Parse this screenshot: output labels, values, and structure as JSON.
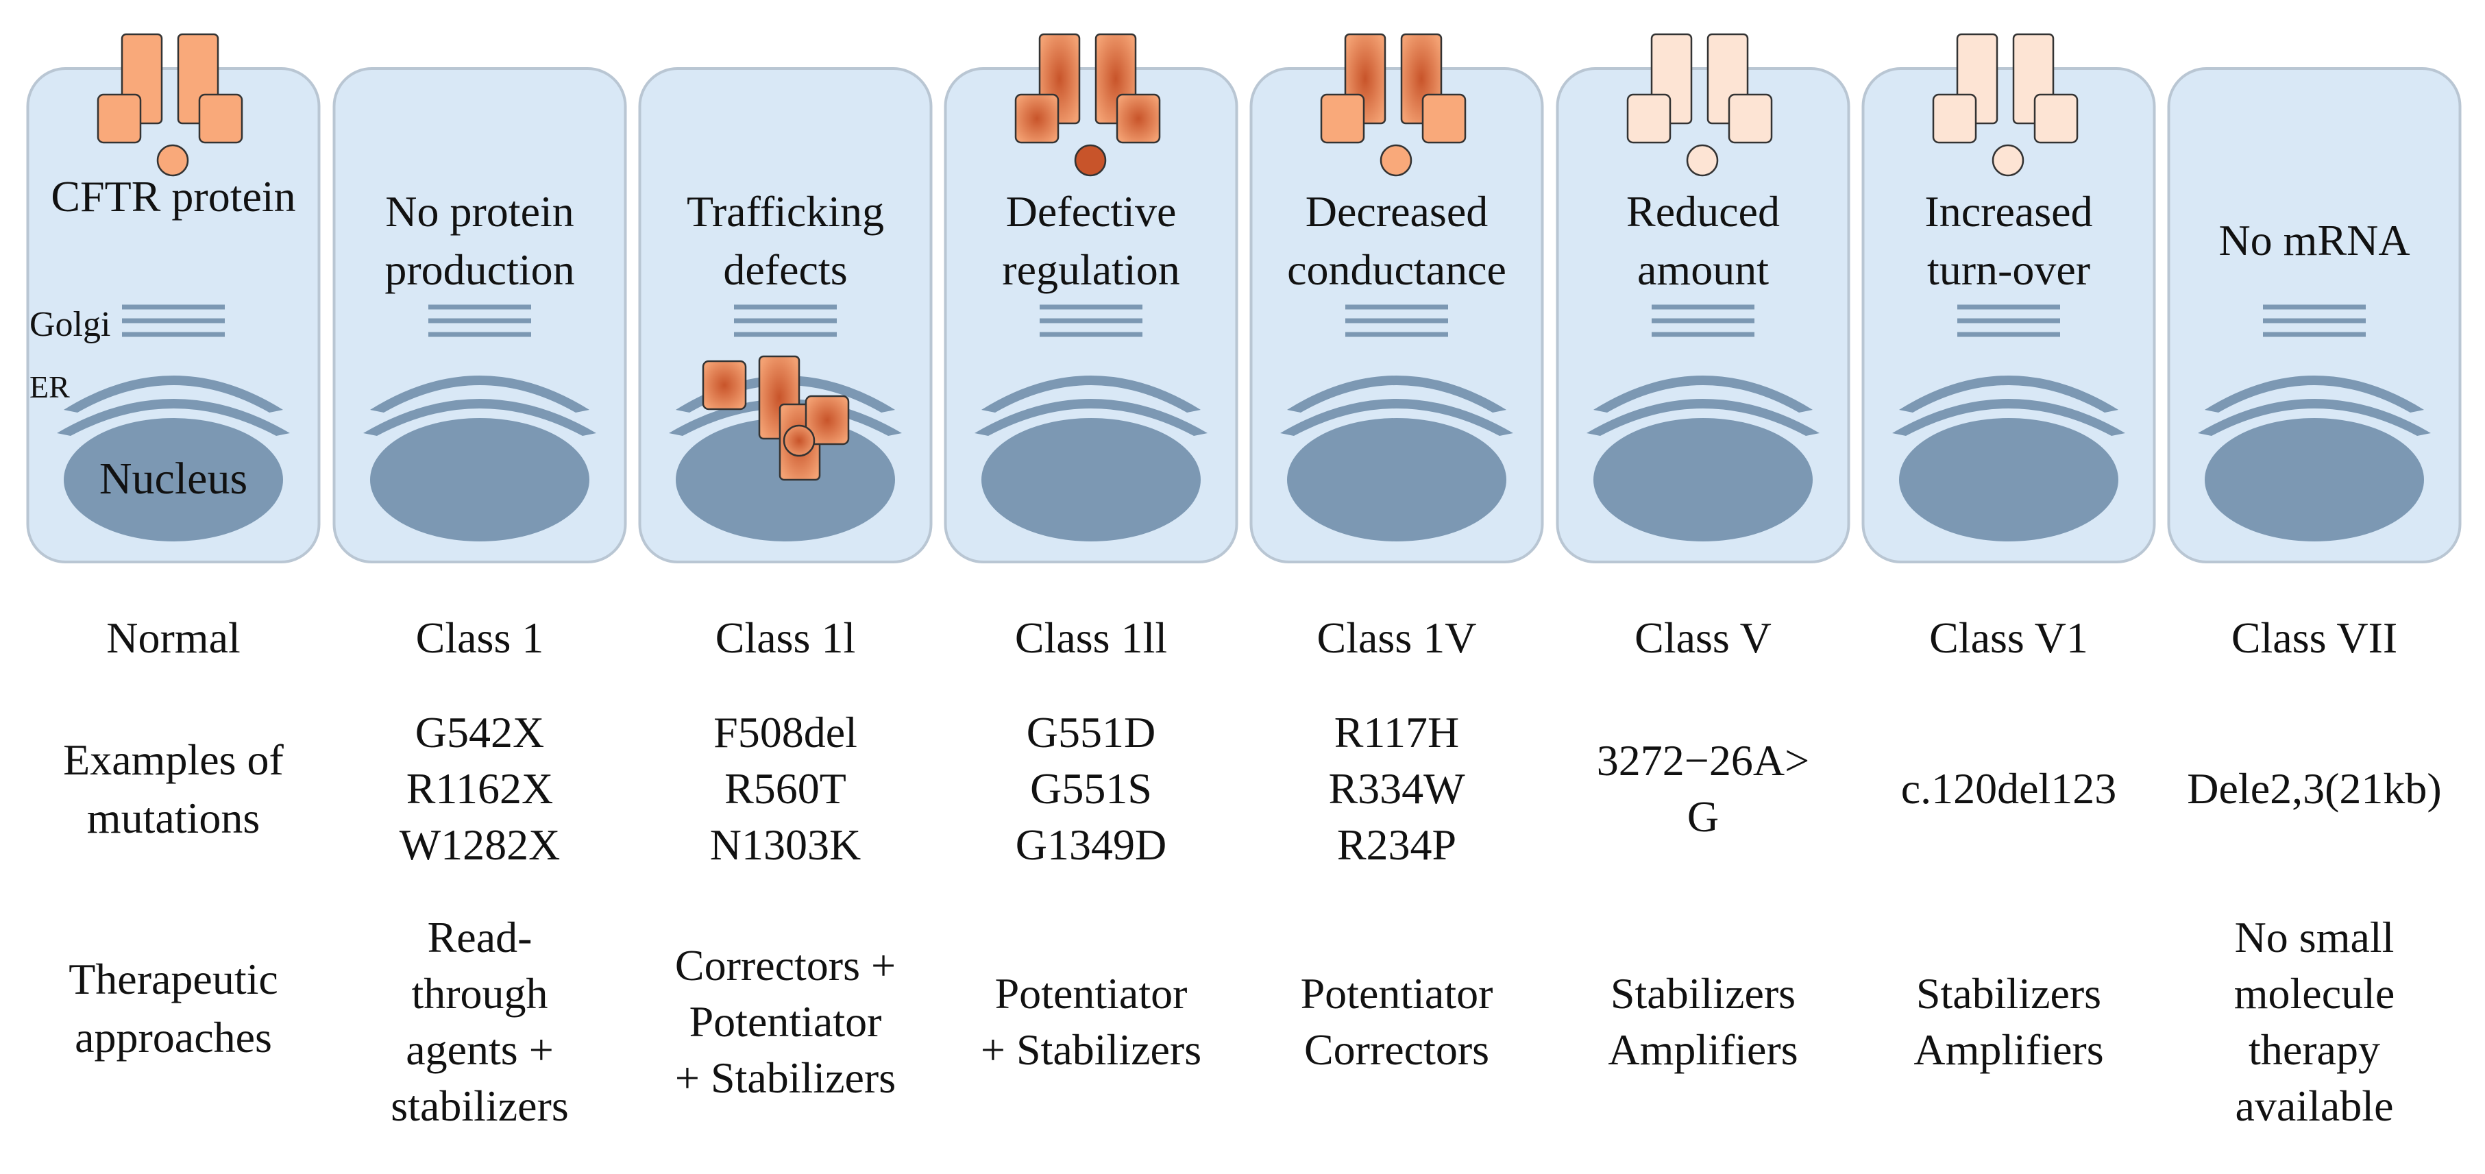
{
  "colors": {
    "cell_fill": "#d9e8f6",
    "cell_border": "#b9c6d3",
    "organelle": "#7c98b3",
    "protein_normal": "#f9a97a",
    "protein_dark_center": "#c8542a",
    "protein_light": "#fde4d4"
  },
  "normal_cell_labels": {
    "protein": "CFTR protein",
    "golgi": "Golgi",
    "er": "ER",
    "nucleus": "Nucleus"
  },
  "row_labels": {
    "mutations": [
      "Examples of",
      "mutations"
    ],
    "therapy": [
      "Therapeutic",
      "approaches"
    ]
  },
  "columns": [
    {
      "id": "normal",
      "class_label": "Normal",
      "cell_title": [],
      "protein_style": "normal",
      "mutations": [],
      "therapy": []
    },
    {
      "id": "class1",
      "class_label": "Class 1",
      "cell_title": [
        "No protein",
        "production"
      ],
      "protein_style": "none",
      "mutations": [
        "G542X",
        "R1162X",
        "W1282X"
      ],
      "therapy": [
        "Read-",
        "through",
        "agents +",
        "stabilizers"
      ]
    },
    {
      "id": "class2",
      "class_label": "Class 1l",
      "cell_title": [
        "Trafficking",
        "defects"
      ],
      "protein_style": "trapped",
      "mutations": [
        "F508del",
        "R560T",
        "N1303K"
      ],
      "therapy": [
        "Correctors +",
        "Potentiator",
        "+ Stabilizers"
      ]
    },
    {
      "id": "class3",
      "class_label": "Class 1ll",
      "cell_title": [
        "Defective",
        "regulation"
      ],
      "protein_style": "dark",
      "mutations": [
        "G551D",
        "G551S",
        "G1349D"
      ],
      "therapy": [
        "Potentiator",
        "+ Stabilizers"
      ]
    },
    {
      "id": "class4",
      "class_label": "Class 1V",
      "cell_title": [
        "Decreased",
        "conductance"
      ],
      "protein_style": "dark-dot",
      "mutations": [
        "R117H",
        "R334W",
        "R234P"
      ],
      "therapy": [
        "Potentiator",
        "Correctors"
      ]
    },
    {
      "id": "class5",
      "class_label": "Class V",
      "cell_title": [
        "Reduced",
        "amount"
      ],
      "protein_style": "light",
      "mutations": [
        "3272−26A>",
        "G"
      ],
      "therapy": [
        "Stabilizers",
        "Amplifiers"
      ]
    },
    {
      "id": "class6",
      "class_label": "Class V1",
      "cell_title": [
        "Increased",
        "turn-over"
      ],
      "protein_style": "light",
      "mutations": [
        "c.120del123"
      ],
      "therapy": [
        "Stabilizers",
        "Amplifiers"
      ]
    },
    {
      "id": "class7",
      "class_label": "Class VII",
      "cell_title": [
        "No mRNA"
      ],
      "protein_style": "none",
      "mutations": [
        "Dele2,3(21kb)"
      ],
      "therapy": [
        "No small",
        "molecule",
        "therapy",
        "available"
      ]
    }
  ]
}
